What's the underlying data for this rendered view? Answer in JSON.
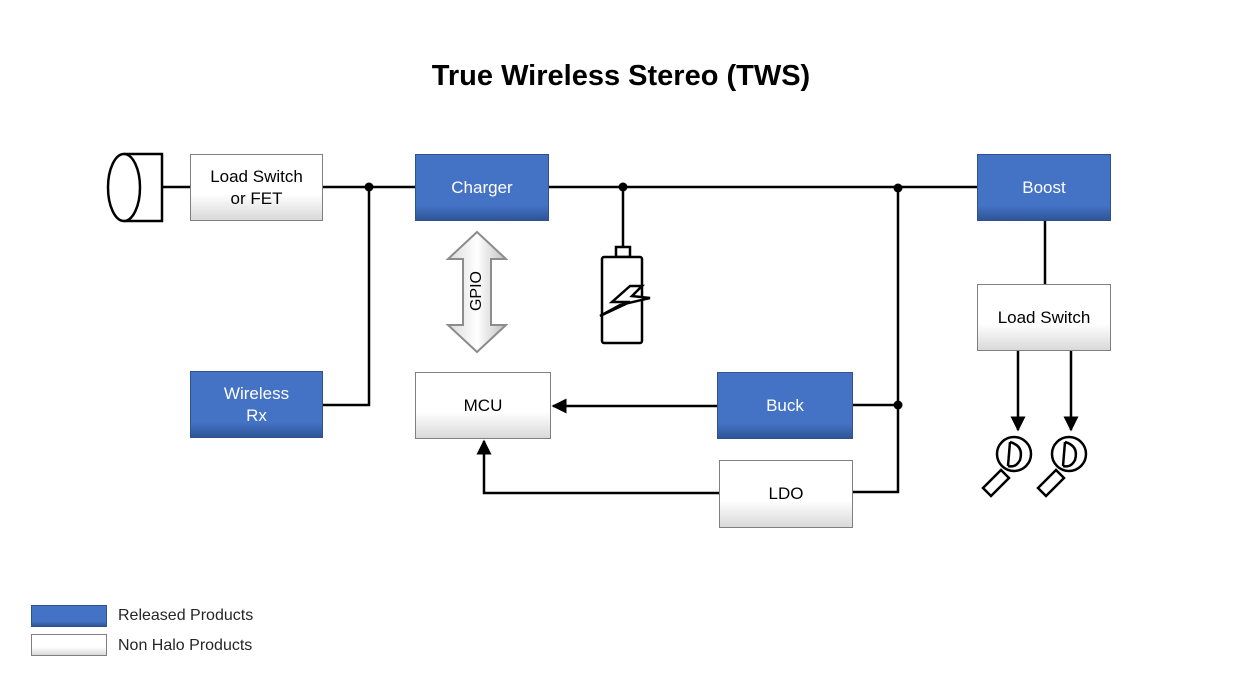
{
  "title": "True Wireless Stereo (TWS)",
  "blocks": {
    "load_switch_fet": "Load Switch\nor FET",
    "charger": "Charger",
    "boost": "Boost",
    "wireless_rx": "Wireless\nRx",
    "mcu": "MCU",
    "buck": "Buck",
    "ldo": "LDO",
    "load_switch": "Load Switch"
  },
  "gpio_label": "GPIO",
  "legend": {
    "released": "Released Products",
    "non_halo": "Non Halo Products"
  },
  "colors": {
    "released": "#4472c4",
    "non_halo": "#ffffff"
  },
  "icons": [
    "usb-connector-icon",
    "battery-icon",
    "earbud-icon"
  ]
}
